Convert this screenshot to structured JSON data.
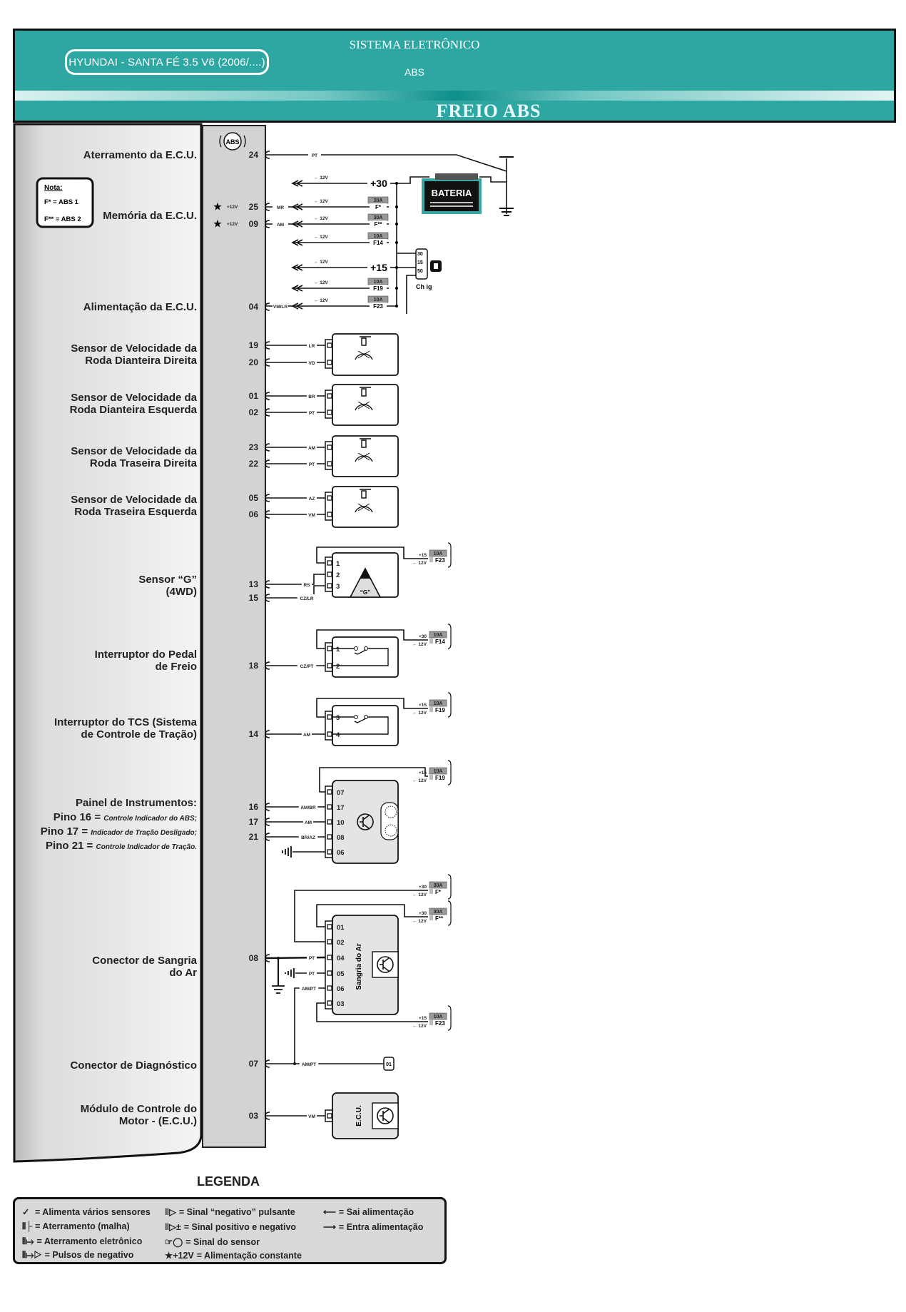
{
  "header": {
    "vehicle": "HYUNDAI - SANTA FÉ 3.5 V6 (2006/....)",
    "system_title": "SISTEMA ELETRÔNICO",
    "system_subtitle": "ABS",
    "main_title": "FREIO ABS",
    "colors": {
      "teal": "#2ea7a3",
      "border": "#111111"
    }
  },
  "ecu": {
    "badge": "ABS"
  },
  "note": {
    "title": "Nota:",
    "lines": [
      "F* = ABS 1",
      "F** = ABS 2"
    ]
  },
  "groups": [
    {
      "label": [
        "Aterramento da E.C.U."
      ],
      "pins": [
        {
          "num": "24",
          "wire": "PT"
        }
      ]
    },
    {
      "label": [
        "Memória da E.C.U."
      ],
      "pins": [
        {
          "num": "25",
          "wire": "MR",
          "const": "+12V"
        },
        {
          "num": "09",
          "wire": "AM",
          "const": "+12V"
        }
      ]
    },
    {
      "label": [
        "Alimentação da E.C.U."
      ],
      "pins": [
        {
          "num": "04",
          "wire": "VM/LR"
        }
      ]
    },
    {
      "label": [
        "Sensor de Velocidade da",
        "Roda Dianteira Direita"
      ],
      "pins": [
        {
          "num": "19",
          "wire": "LR",
          "conn": "1"
        },
        {
          "num": "20",
          "wire": "VD",
          "conn": "2"
        }
      ]
    },
    {
      "label": [
        "Sensor de Velocidade da",
        "Roda Dianteira Esquerda"
      ],
      "pins": [
        {
          "num": "01",
          "wire": "BR",
          "conn": "1"
        },
        {
          "num": "02",
          "wire": "PT",
          "conn": "2"
        }
      ]
    },
    {
      "label": [
        "Sensor de Velocidade da",
        "Roda Traseira Direita"
      ],
      "pins": [
        {
          "num": "23",
          "wire": "AM",
          "conn": "1"
        },
        {
          "num": "22",
          "wire": "PT",
          "conn": "2"
        }
      ]
    },
    {
      "label": [
        "Sensor de Velocidade da",
        "Roda Traseira Esquerda"
      ],
      "pins": [
        {
          "num": "05",
          "wire": "AZ",
          "conn": "1"
        },
        {
          "num": "06",
          "wire": "VM",
          "conn": "2"
        }
      ]
    },
    {
      "label": [
        "Sensor “G”",
        "(4WD)"
      ],
      "pins": [
        {
          "num": "13",
          "wire": "RS",
          "conn": "2"
        },
        {
          "num": "15",
          "wire": "CZ/LR",
          "conn": "3"
        }
      ],
      "connectors": [
        "1",
        "2",
        "3"
      ],
      "symbol": "“G”",
      "supply": {
        "source": "+15",
        "voltage": "12V",
        "fuse": "F23",
        "amps": "10A"
      }
    },
    {
      "label": [
        "Interruptor do Pedal",
        "de Freio"
      ],
      "pins": [
        {
          "num": "18",
          "wire": "CZ/PT",
          "conn": "2"
        }
      ],
      "connectors": [
        "1",
        "2"
      ],
      "supply": {
        "source": "+30",
        "voltage": "12V",
        "fuse": "F14",
        "amps": "10A"
      }
    },
    {
      "label": [
        "Interruptor do TCS (Sistema",
        "de Controle de Tração)"
      ],
      "pins": [
        {
          "num": "14",
          "wire": "AM",
          "conn": "4"
        }
      ],
      "connectors": [
        "3",
        "4"
      ],
      "supply": {
        "source": "+15",
        "voltage": "12V",
        "fuse": "F19",
        "amps": "10A"
      }
    },
    {
      "label": [
        "Painel de Instrumentos:"
      ],
      "sublabels": [
        {
          "pin": "Pino 16 = ",
          "desc": "Controle Indicador do ABS;"
        },
        {
          "pin": "Pino 17 = ",
          "desc": "Indicador de Tração Desligado;"
        },
        {
          "pin": "Pino 21 = ",
          "desc": "Controle Indicador de Tração."
        }
      ],
      "pins": [
        {
          "num": "16",
          "wire": "AM/BR",
          "conn": "17"
        },
        {
          "num": "17",
          "wire": "AM",
          "conn": "10"
        },
        {
          "num": "21",
          "wire": "BR/AZ",
          "conn": "08"
        }
      ],
      "connectors": [
        "07",
        "17",
        "10",
        "08",
        "06"
      ],
      "supply": {
        "source": "+15",
        "voltage": "12V",
        "fuse": "F19",
        "amps": "10A"
      }
    },
    {
      "label": [
        "Conector de Sangria",
        "do Ar"
      ],
      "pins": [
        {
          "num": "08",
          "wire": "PT",
          "conn": "04"
        }
      ],
      "connectors": [
        "01",
        "02",
        "04",
        "05",
        "06",
        "03"
      ],
      "module_label": "Sangria do Ar",
      "extra_wires": [
        "PT",
        "AM/PT"
      ],
      "supplies": [
        {
          "source": "+30",
          "voltage": "12V",
          "fuse": "F*",
          "amps": "30A"
        },
        {
          "source": "+30",
          "voltage": "12V",
          "fuse": "F**",
          "amps": "30A"
        },
        {
          "source": "+15",
          "voltage": "12V",
          "fuse": "F23",
          "amps": "10A"
        }
      ]
    },
    {
      "label": [
        "Conector de Diagnóstico"
      ],
      "pins": [
        {
          "num": "07",
          "wire": "AM/PT",
          "conn": "01"
        }
      ]
    },
    {
      "label": [
        "Módulo de Controle do",
        "Motor - (E.C.U.)"
      ],
      "pins": [
        {
          "num": "03",
          "wire": "VM"
        }
      ],
      "module_label": "E.C.U."
    }
  ],
  "power": {
    "lines": [
      {
        "out": "12V",
        "source": "+30"
      },
      {
        "out": "12V",
        "fuse": "F*",
        "amps": "30A"
      },
      {
        "out": "12V",
        "fuse": "F**",
        "amps": "30A"
      },
      {
        "out": "12V",
        "fuse": "F14",
        "amps": "10A"
      },
      {
        "out": "12V",
        "source": "+15"
      },
      {
        "out": "12V",
        "fuse": "F19",
        "amps": "10A"
      },
      {
        "out": "12V",
        "fuse": "F23",
        "amps": "10A"
      }
    ],
    "battery": "BATERIA",
    "ignition": {
      "label": "Ch ig",
      "terminals": [
        "30",
        "15",
        "50"
      ]
    }
  },
  "legend": {
    "title": "LEGENDA",
    "items": [
      {
        "symbol": "✓",
        "text": "= Alimenta vários sensores"
      },
      {
        "symbol": "‖▷",
        "text": "= Sinal “negativo” pulsante"
      },
      {
        "symbol": "⟵",
        "text": "= Sai alimentação"
      },
      {
        "symbol": "⫴├",
        "text": "= Aterramento (malha)"
      },
      {
        "symbol": "‖▷±",
        "text": "= Sinal positivo e negativo"
      },
      {
        "symbol": "⟶",
        "text": "= Entra alimentação"
      },
      {
        "symbol": "⫴↦",
        "text": "= Aterramento eletrônico"
      },
      {
        "symbol": "☞◯",
        "text": "= Sinal do sensor"
      },
      {
        "symbol": "⫴↦▷",
        "text": "= Pulsos de negativo"
      },
      {
        "symbol": "★+12V",
        "text": "= Alimentação constante"
      }
    ]
  }
}
